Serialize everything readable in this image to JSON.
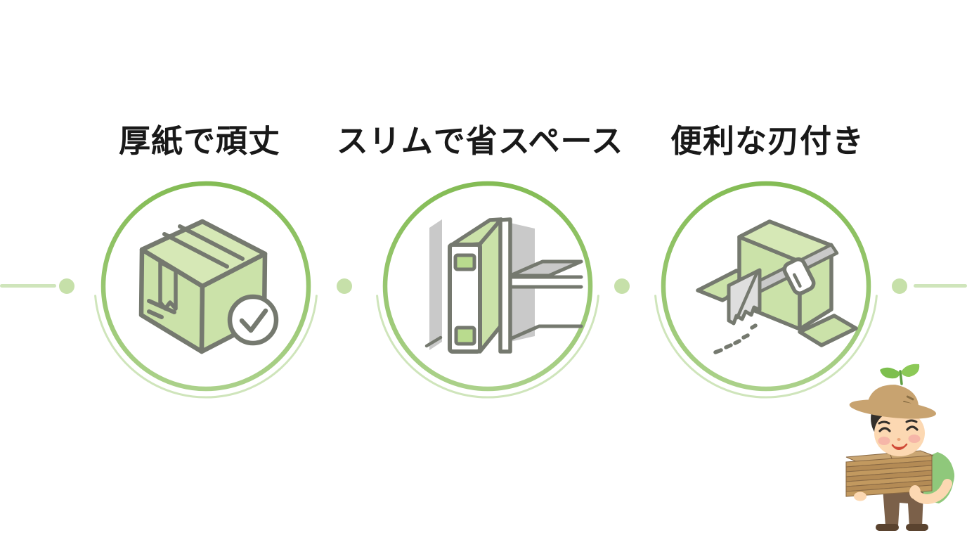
{
  "slide": {
    "background": "#ffffff",
    "description": "three-feature infographic slide about cardboard product"
  },
  "features": [
    {
      "title": "厚紙で頑丈",
      "icon": "box-check-icon"
    },
    {
      "title": "スリムで省スペース",
      "icon": "slim-storage-icon"
    },
    {
      "title": "便利な刃付き",
      "icon": "cutter-blade-icon"
    }
  ],
  "decorations": {
    "connector": "horizontal dotted line through circle centers",
    "character": "farmer holding stack of flattened cardboard"
  },
  "colors": {
    "accent_green_dark": "#84bc55",
    "accent_green_light": "#abd18a",
    "thin_arc_green": "#cfe5bb",
    "dot_green": "#c6e0a9",
    "icon_fill_green": "#cbe2a9",
    "icon_top_green": "#d6e8b6",
    "icon_outline_gray": "#75796f",
    "icon_panel_gray": "#c9c9c9",
    "title_text": "#191919"
  }
}
